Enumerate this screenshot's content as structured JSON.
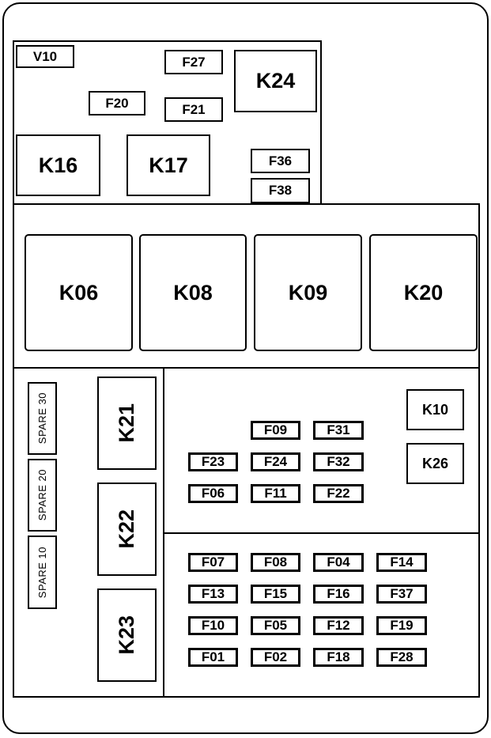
{
  "diagram": {
    "top_section": {
      "v10": "V10",
      "f27": "F27",
      "f20": "F20",
      "f21": "F21",
      "k24": "K24",
      "k16": "K16",
      "k17": "K17",
      "f36": "F36",
      "f38": "F38"
    },
    "relay_row": [
      "K06",
      "K08",
      "K09",
      "K20"
    ],
    "left_section": {
      "spare30": "SPARE 30",
      "spare20": "SPARE 20",
      "spare10": "SPARE 10",
      "k21": "K21",
      "k22": "K22",
      "k23": "K23"
    },
    "middle_right": {
      "f09": "F09",
      "f31": "F31",
      "f23": "F23",
      "f24": "F24",
      "f32": "F32",
      "f06": "F06",
      "f11": "F11",
      "f22": "F22",
      "k10": "K10",
      "k26": "K26"
    },
    "bottom_right": [
      [
        "F07",
        "F08",
        "F04",
        "F14"
      ],
      [
        "F13",
        "F15",
        "F16",
        "F37"
      ],
      [
        "F10",
        "F05",
        "F12",
        "F19"
      ],
      [
        "F01",
        "F02",
        "F18",
        "F28"
      ]
    ]
  }
}
